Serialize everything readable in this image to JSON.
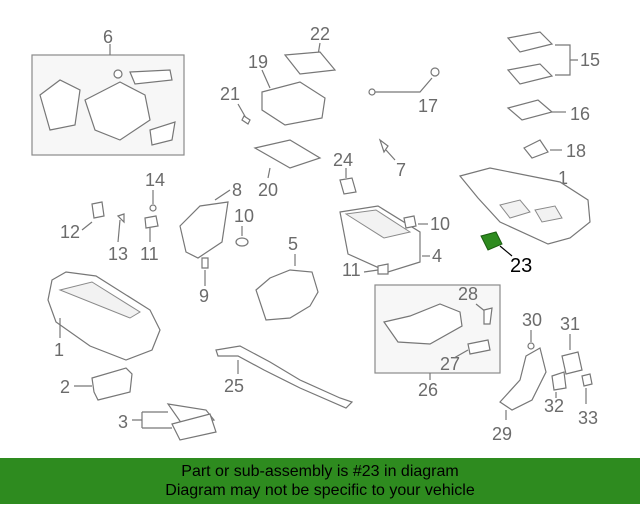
{
  "callouts": {
    "c1": "1",
    "c1b": "1",
    "c2": "2",
    "c3": "3",
    "c4": "4",
    "c5": "5",
    "c6": "6",
    "c7": "7",
    "c8": "8",
    "c9": "9",
    "c10a": "10",
    "c10b": "10",
    "c11a": "11",
    "c11b": "11",
    "c12": "12",
    "c13": "13",
    "c14": "14",
    "c15": "15",
    "c16": "16",
    "c17": "17",
    "c18": "18",
    "c19": "19",
    "c20": "20",
    "c21": "21",
    "c22": "22",
    "c23": "23",
    "c24": "24",
    "c25": "25",
    "c26": "26",
    "c27": "27",
    "c28": "28",
    "c29": "29",
    "c30": "30",
    "c31": "31",
    "c32": "32",
    "c33": "33"
  },
  "highlight": {
    "part_number": "23",
    "color": "#2e8b1f"
  },
  "banner": {
    "line1": "Part or sub-assembly is #23 in diagram",
    "line2": "Diagram may not be specific to your vehicle",
    "color": "#2e8b1f"
  }
}
